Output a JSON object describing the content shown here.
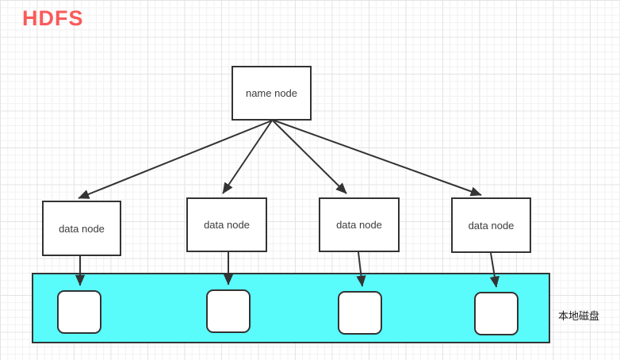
{
  "title": "HDFS",
  "colors": {
    "title": "#fa5a5a",
    "shape_border": "#333333",
    "band_fill": "#59fbfb",
    "text": "#3c3c3c"
  },
  "nodes": {
    "name_node": {
      "label": "name node"
    },
    "data_nodes": [
      {
        "label": "data node"
      },
      {
        "label": "data node"
      },
      {
        "label": "data node"
      },
      {
        "label": "data node"
      }
    ]
  },
  "band": {
    "label": "本地磁盘",
    "disk_count": 4
  }
}
